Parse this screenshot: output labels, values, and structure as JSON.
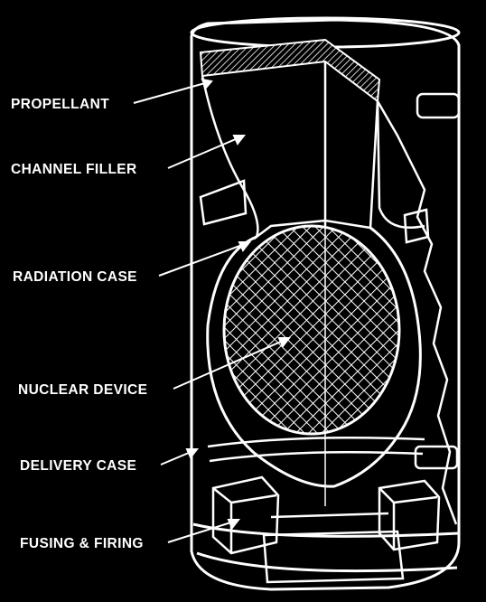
{
  "labels": {
    "propellant": "PROPELLANT",
    "channel_filler": "CHANNEL FILLER",
    "radiation_case": "RADIATION CASE",
    "nuclear_device": "NUCLEAR DEVICE",
    "delivery_case": "DELIVERY CASE",
    "fusing_firing": "FUSING & FIRING"
  },
  "colors": {
    "background": "#000000",
    "ink": "#ffffff"
  }
}
